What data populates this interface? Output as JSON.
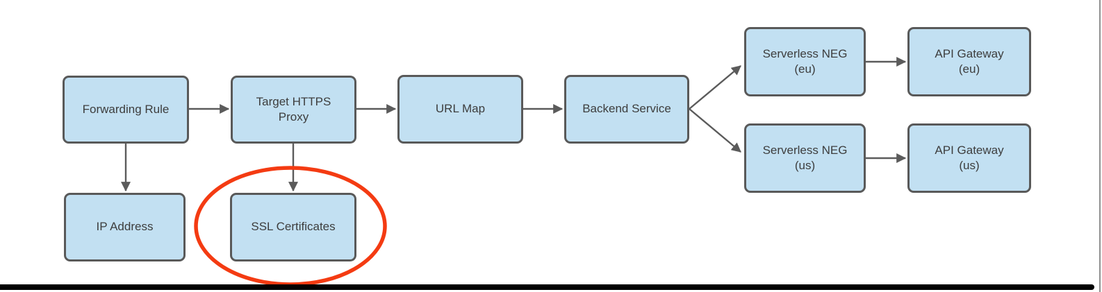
{
  "diagram": {
    "type": "flowchart",
    "description": "HTTPS load balancer architecture with serverless NEG backends",
    "nodes": {
      "forwarding_rule": {
        "label": "Forwarding Rule"
      },
      "target_https_proxy": {
        "line1": "Target HTTPS",
        "line2": "Proxy"
      },
      "url_map": {
        "label": "URL Map"
      },
      "backend_service": {
        "label": "Backend Service"
      },
      "serverless_neg_eu": {
        "line1": "Serverless NEG",
        "line2": "(eu)"
      },
      "api_gateway_eu": {
        "line1": "API Gateway",
        "line2": "(eu)"
      },
      "serverless_neg_us": {
        "line1": "Serverless NEG",
        "line2": "(us)"
      },
      "api_gateway_us": {
        "line1": "API Gateway",
        "line2": "(us)"
      },
      "ip_address": {
        "label": "IP Address"
      },
      "ssl_certificates": {
        "label": "SSL Certificates"
      }
    },
    "connections": [
      {
        "from": "Forwarding Rule",
        "to": "Target HTTPS Proxy"
      },
      {
        "from": "Target HTTPS Proxy",
        "to": "URL Map"
      },
      {
        "from": "URL Map",
        "to": "Backend Service"
      },
      {
        "from": "Backend Service",
        "to": "Serverless NEG (eu)"
      },
      {
        "from": "Backend Service",
        "to": "Serverless NEG (us)"
      },
      {
        "from": "Serverless NEG (eu)",
        "to": "API Gateway (eu)"
      },
      {
        "from": "Serverless NEG (us)",
        "to": "API Gateway (us)"
      },
      {
        "from": "Forwarding Rule",
        "to": "IP Address"
      },
      {
        "from": "Target HTTPS Proxy",
        "to": "SSL Certificates"
      }
    ],
    "highlight": {
      "shape": "ellipse",
      "around": "SSL Certificates",
      "color": "#f43b12"
    },
    "colors": {
      "node_fill": "#c2e0f2",
      "node_border": "#595959",
      "arrow": "#5b5b5b",
      "highlight": "#f43b12",
      "bottom_bar": "#010101"
    }
  }
}
